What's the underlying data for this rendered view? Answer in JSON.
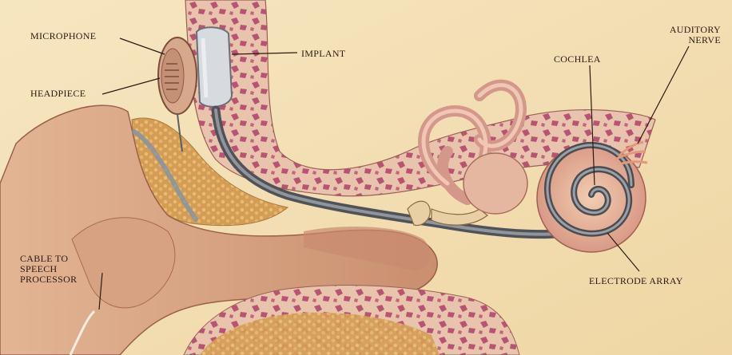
{
  "labels": {
    "microphone": "MICROPHONE",
    "headpiece": "HEADPIECE",
    "implant": "IMPLANT",
    "cochlea": "COCHLEA",
    "auditory_nerve": "AUDITORY\nNERVE",
    "cable_to_speech_processor": "CABLE TO\nSPEECH\nPROCESSOR",
    "electrode_array": "ELECTRODE ARRAY"
  },
  "colors": {
    "background": "#f4e2b8",
    "skin": "#d9a585",
    "skin_shadow": "#b97a5c",
    "bone": "#e7c0a8",
    "bone_pores": "#b0506a",
    "fat_tissue": "#d8a25a",
    "cable": "#6f7478",
    "implant": "#cfd3d8",
    "ink": "#2a1a12"
  }
}
